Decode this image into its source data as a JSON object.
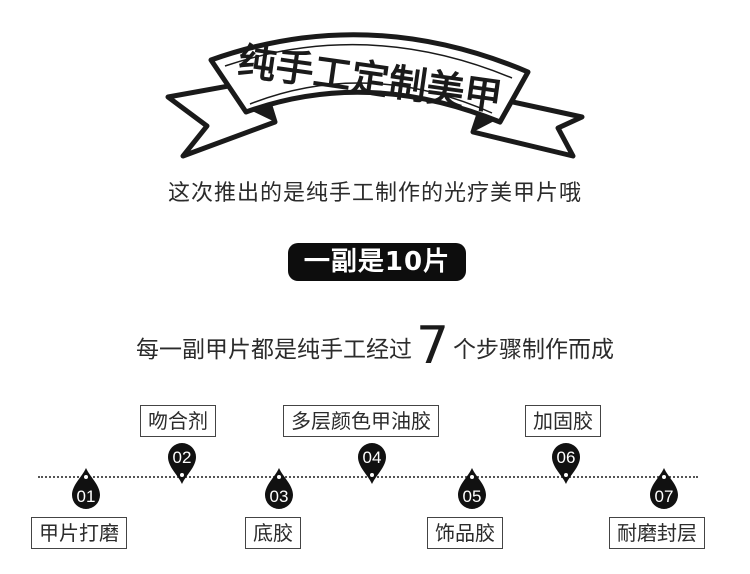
{
  "banner": {
    "title": "纯手工定制美甲"
  },
  "subtitle": "这次推出的是纯手工制作的光疗美甲片哦",
  "badge": {
    "text": "一副是10片"
  },
  "steps_intro": {
    "before": "每一副甲片都是纯手工经过",
    "count": "7",
    "after": "个步骤制作而成"
  },
  "steps": [
    {
      "number": "01",
      "label": "甲片打磨"
    },
    {
      "number": "02",
      "label": "吻合剂"
    },
    {
      "number": "03",
      "label": "底胶"
    },
    {
      "number": "04",
      "label": "多层颜色甲油胶"
    },
    {
      "number": "05",
      "label": "饰品胶"
    },
    {
      "number": "06",
      "label": "加固胶"
    },
    {
      "number": "07",
      "label": "耐磨封层"
    }
  ],
  "colors": {
    "ink": "#1a1a1a",
    "text": "#2b2b2b",
    "badge_bg": "#0d0d0d",
    "banner_fill": "#ffffff"
  }
}
